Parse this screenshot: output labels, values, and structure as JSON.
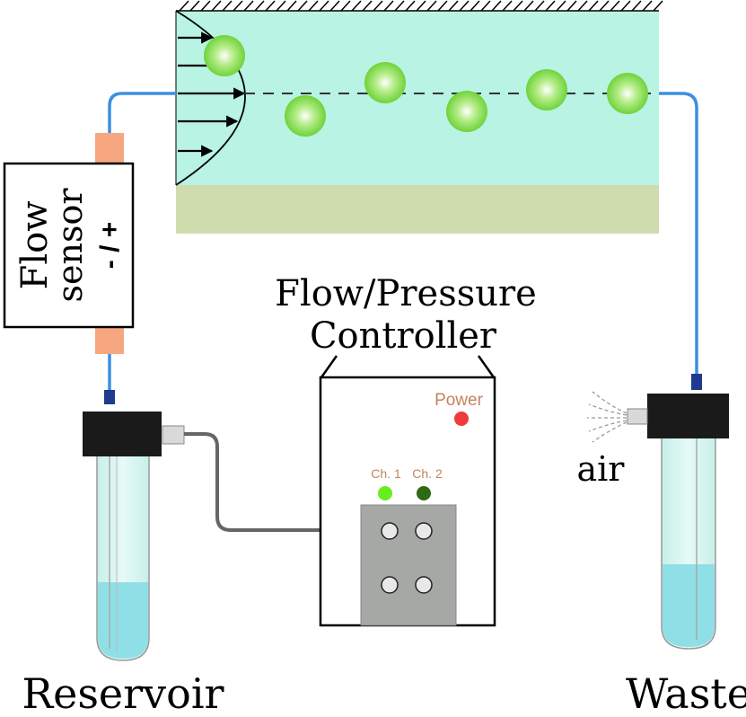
{
  "labels": {
    "flow_sensor_line1": "Flow",
    "flow_sensor_line2": "sensor",
    "flow_sensor_sign": "- / +",
    "controller_line1": "Flow/Pressure",
    "controller_line2": "Controller",
    "power": "Power",
    "ch1": "Ch. 1",
    "ch2": "Ch. 2",
    "air": "air",
    "reservoir": "Reservoir",
    "waste": "Waste"
  },
  "colors": {
    "channel_fluid": "#b8f3e3",
    "channel_floor": "#cfdcae",
    "tubing_blue": "#3c8fe3",
    "connector_salmon": "#f7a780",
    "particle_green": "#7dd84a",
    "power_led": "#ee3b3b",
    "ch1_led": "#66ee22",
    "ch2_led": "#2c6a14",
    "label_orange": "#c4835e",
    "panel_grey": "#a5a8a5",
    "liquid": "#8fdfe6",
    "cap_black": "#1a1a1a",
    "air_tube_grey": "#666666"
  },
  "icons": [
    "velocity-arrow-icon",
    "particle-icon",
    "led-icon",
    "port-icon",
    "air-spray-icon",
    "tube-icon"
  ]
}
